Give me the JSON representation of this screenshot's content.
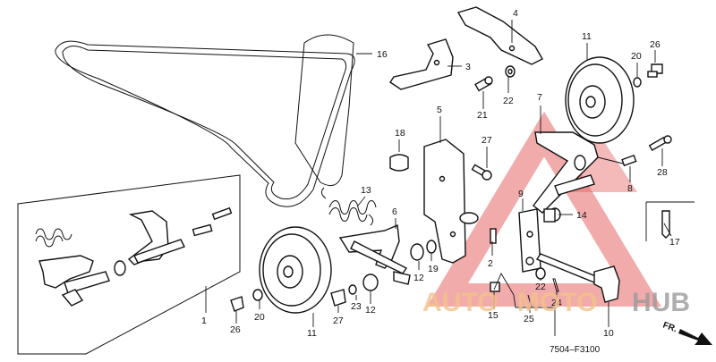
{
  "diagram": {
    "code": "7504–F3100",
    "direction": "FR.",
    "watermark": {
      "brand_left": "AUTO",
      "brand_mid": "MOTO",
      "brand_right": "HUB",
      "color": "#e02020"
    },
    "callouts": [
      "16",
      "3",
      "4",
      "11",
      "26",
      "20",
      "7",
      "21",
      "22",
      "5",
      "18",
      "27",
      "28",
      "8",
      "13",
      "6",
      "9",
      "14",
      "1",
      "17",
      "2",
      "12",
      "19",
      "20",
      "27",
      "23",
      "12",
      "15",
      "22",
      "24",
      "25",
      "10",
      "26",
      "11"
    ]
  }
}
